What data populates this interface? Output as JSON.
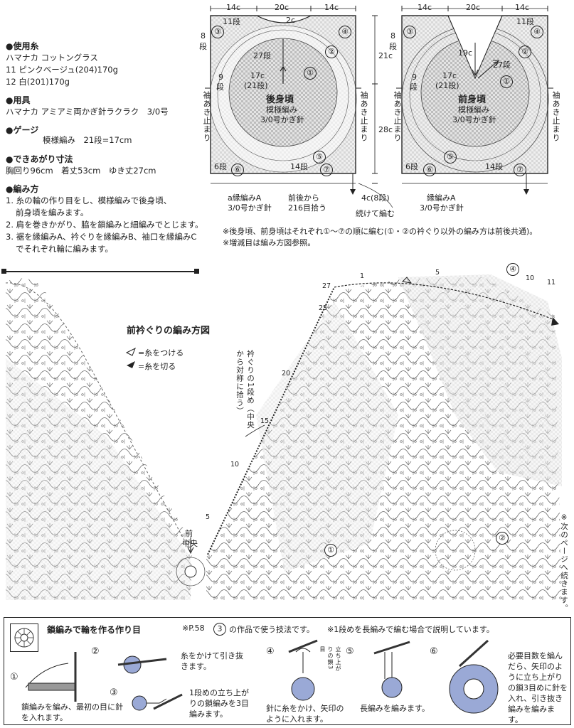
{
  "materials": {
    "yarn_heading": "●使用糸",
    "yarn_name": "ハマナカ コットングラス",
    "yarn_11": "11 ピンクベージュ(204)170g",
    "yarn_12": "12 白(201)170g",
    "tools_heading": "●用具",
    "tools_text": "ハマナカ アミアミ両かぎ針ラクラク　3/0号",
    "gauge_heading": "●ゲージ",
    "gauge_text": "模様編み　21段=17cm",
    "size_heading": "●できあがり寸法",
    "size_text": "胸回り96cm　着丈53cm　ゆき丈27cm",
    "method_heading": "●編み方",
    "steps": [
      "1. 糸の輪の作り目をし、模様編みで後身頃、",
      "前身頃を編みます。",
      "2. 肩を巻きかがり、脇を鎖編みと細編みでとじます。",
      "3. 裾を縁編みA、衿ぐりを縁編みB、袖口を縁編みC",
      "でそれぞれ輪に編みます。"
    ]
  },
  "back": {
    "top_dims": [
      "14c",
      "20c",
      "14c"
    ],
    "r2c": "2c",
    "r11": "11段",
    "r8": "8",
    "r8b": "段",
    "r27": "27段",
    "r9": "9",
    "r9b": "段",
    "r17": "17c",
    "r17b": "(21段)",
    "title": "後身頃",
    "pattern": "模様編み",
    "hook": "3/0号かぎ針",
    "sleeve": "袖あき止まり",
    "r6": "6段",
    "r14": "14段",
    "edge_a": "a縁編みA",
    "edge_hook": "3/0号かぎ針",
    "pickup1": "前後から",
    "pickup2": "216目拾う",
    "nums": [
      "①",
      "②",
      "③",
      "④",
      "⑤",
      "⑥",
      "⑦"
    ]
  },
  "center": {
    "d21": "21c",
    "d28": "28c",
    "d4": "4c(8段)",
    "cont": "続けて編む"
  },
  "front": {
    "top_dims": [
      "14c",
      "20c",
      "14c"
    ],
    "r11": "11段",
    "r8": "8",
    "r8b": "段",
    "r19": "19c",
    "r27": "27段",
    "r9": "9",
    "r9b": "段",
    "r17": "17c",
    "r17b": "(21段)",
    "title": "前身頃",
    "pattern": "模様編み",
    "hook": "3/0号かぎ針",
    "sleeve": "袖あき止まり",
    "r6": "6段",
    "r14": "14段",
    "edge_a": "縁編みA",
    "edge_hook": "3/0号かぎ針"
  },
  "notes": {
    "n1": "※後身頃、前身頃はそれぞれ①～⑦の順に編む(①・②の衿ぐり以外の編み方は前後共通)。",
    "n2": "※増減目は編み方図参照。"
  },
  "chart": {
    "title": "前衿ぐりの編み方図",
    "legend_attach": "=糸をつける",
    "legend_cut": "=糸を切る",
    "neck_note": "衿ぐりの1段め（中央から対称に拾う）",
    "center_label1": "前",
    "center_label2": "中央",
    "row_nums": [
      "27",
      "25",
      "20",
      "15",
      "10",
      "5"
    ],
    "top_nums": [
      "1",
      "5",
      "10",
      "11"
    ],
    "area_nums": [
      "①",
      "②",
      "④"
    ],
    "continue_note": "※次のページへ続きます。"
  },
  "technique": {
    "title": "鎖編みで輪を作る作り目",
    "ref_pre": "※P.58",
    "ref_num": "3",
    "ref_post": "の作品で使う技法です。",
    "ref_note": "※1段めを長編みで編む場合で説明しています。",
    "s1_num": "①",
    "s1": "鎖編みを編み、最初の目に針を入れます。",
    "s2_num": "②",
    "s2": "糸をかけて引き抜きます。",
    "s3_num": "③",
    "s3": "1段めの立ち上がりの鎖編みを3目編みます。",
    "s4_num": "④",
    "s4": "針に糸をかけ、矢印のように入れます。",
    "s4_side": "立ち上がりの鎖3目",
    "s5_num": "⑤",
    "s5": "長編みを編みます。",
    "s6_num": "⑥",
    "s6": "必要目数を編んだら、矢印のように立ち上がりの鎖3目めに針を入れ、引き抜き編みを編みます。"
  }
}
